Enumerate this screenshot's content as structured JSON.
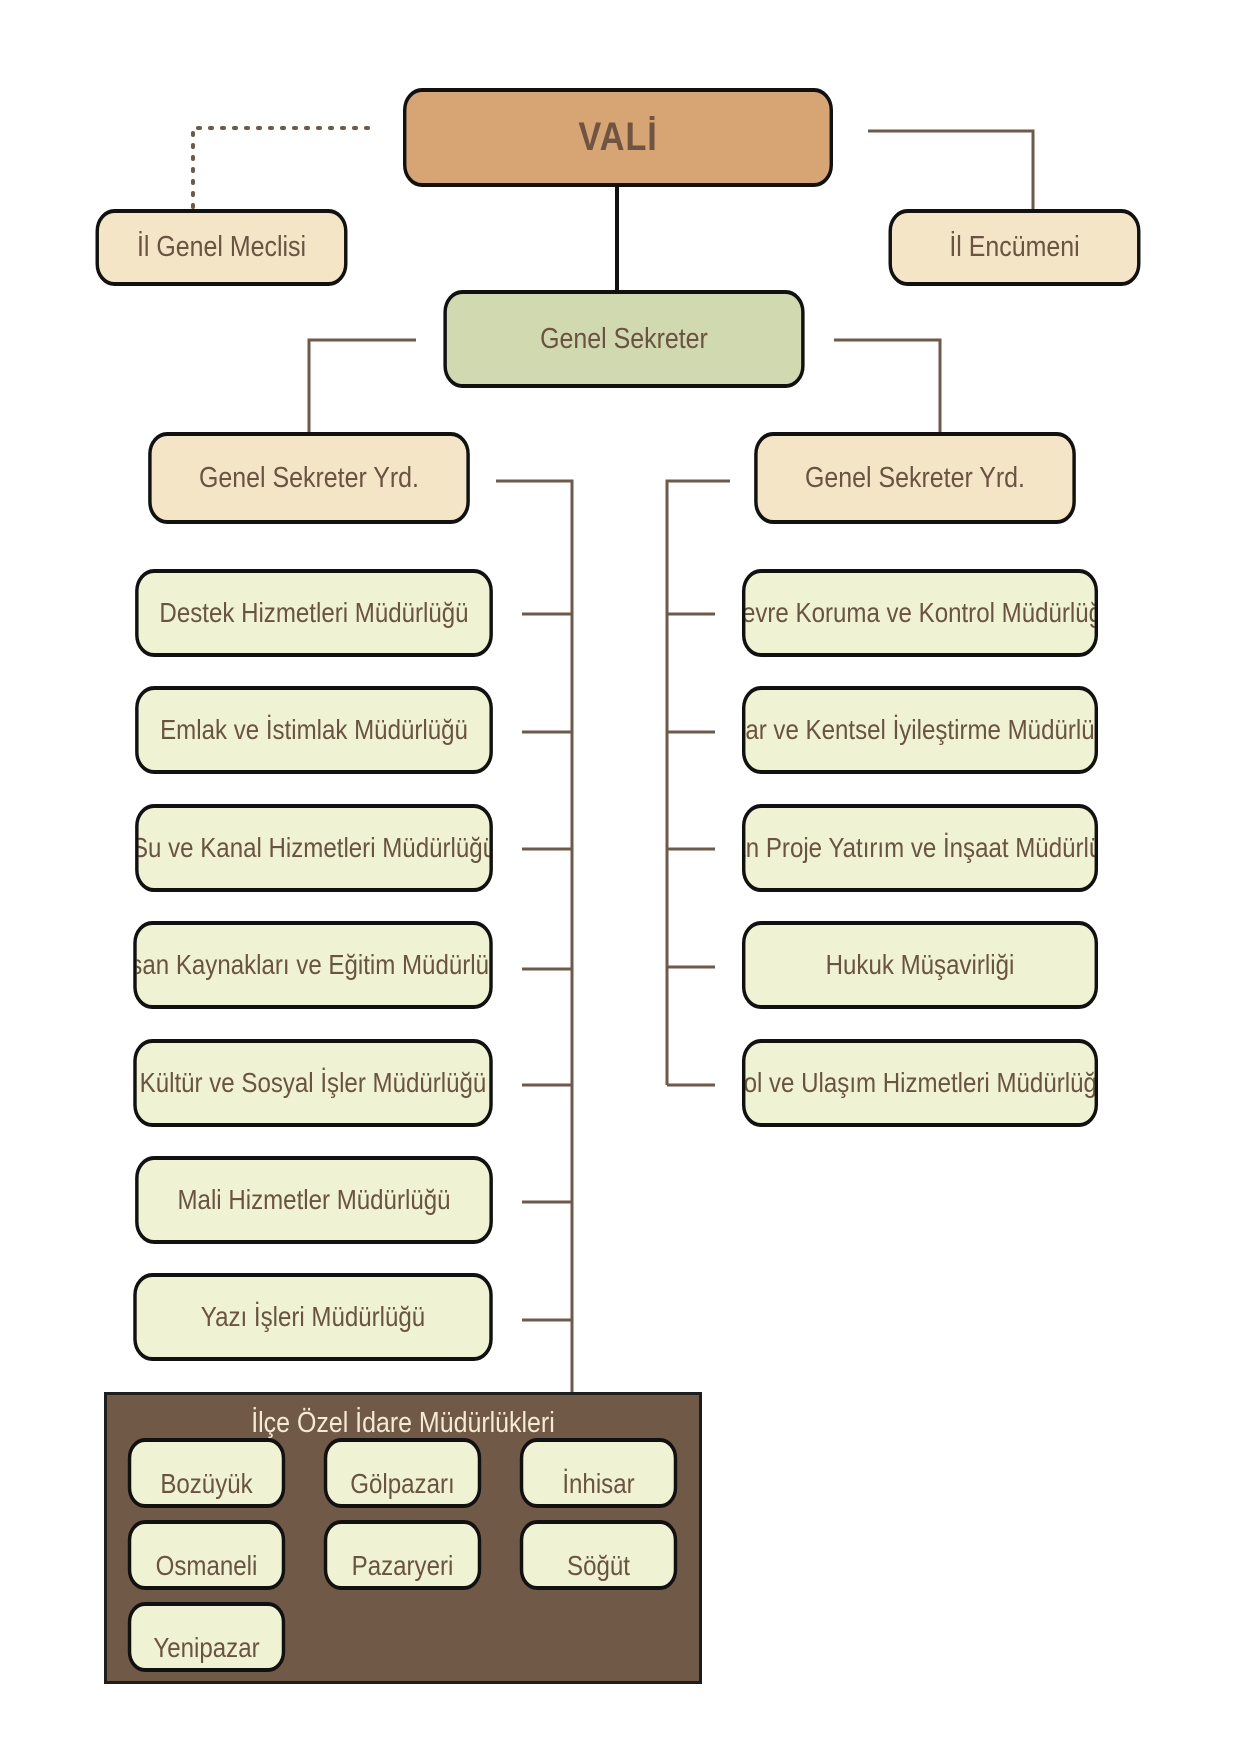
{
  "top": {
    "title": "VALİ"
  },
  "councils": {
    "left": "İl Genel Meclisi",
    "right": "İl Encümeni"
  },
  "secretary": "Genel Sekreter",
  "deputies": {
    "left": "Genel Sekreter Yrd.",
    "right": "Genel Sekreter Yrd."
  },
  "left_units": [
    "Destek Hizmetleri Müdürlüğü",
    "Emlak ve İstimlak Müdürlüğü",
    "Su ve Kanal Hizmetleri Müdürlüğü",
    "İnsan Kaynakları ve Eğitim Müdürlüğü",
    "Kültür ve Sosyal İşler Müdürlüğü",
    "Mali Hizmetler Müdürlüğü",
    "Yazı İşleri Müdürlüğü"
  ],
  "right_units": [
    "Çevre Koruma ve Kontrol Müdürlüğü",
    "İmar ve Kentsel İyileştirme Müdürlüğü",
    "Plan Proje Yatırım ve İnşaat Müdürlüğü",
    "Hukuk Müşavirliği",
    "Yol ve Ulaşım Hizmetleri Müdürlüğü"
  ],
  "districts": {
    "title": "İlçe Özel İdare Müdürlükleri",
    "items": [
      "Bozüyük",
      "Gölpazarı",
      "İnhisar",
      "Osmaneli",
      "Pazaryeri",
      "Söğüt",
      "Yenipazar"
    ]
  },
  "colors": {
    "vali": "#d7a574",
    "council": "#f4e5c7",
    "secretary": "#d1d9b0",
    "unit": "#eff3d3",
    "panel": "#705946",
    "connector": "#6f5a49",
    "text": "#6a5340"
  }
}
